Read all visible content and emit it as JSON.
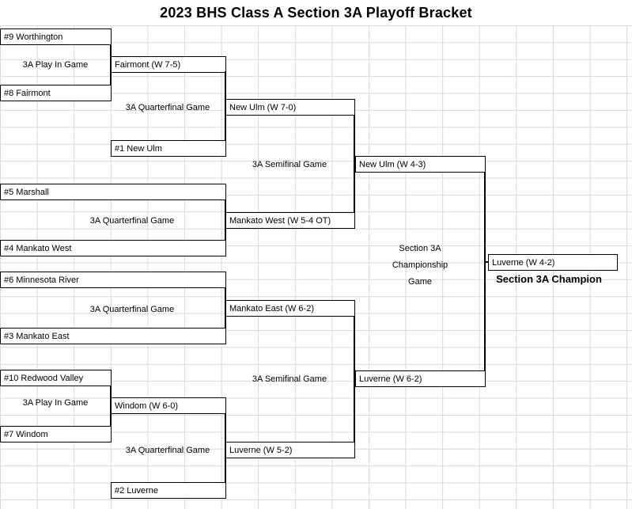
{
  "title": "2023 BHS Class A Section 3A Playoff Bracket",
  "colors": {
    "line": "#000000",
    "grid": "#d9d9d9",
    "background": "#ffffff",
    "text": "#000000"
  },
  "labels": {
    "play_in": "3A Play In Game",
    "quarterfinal": "3A Quarterfinal Game",
    "semifinal": "3A Semifinal Game",
    "championship_line1": "Section 3A",
    "championship_line2": "Championship",
    "championship_line3": "Game",
    "champion": "Section 3A Champion"
  },
  "teams": {
    "seed9": "#9 Worthington",
    "seed8": "#8 Fairmont",
    "seed1": "#1 New Ulm",
    "seed5": "#5 Marshall",
    "seed4": "#4 Mankato West",
    "seed6": "#6 Minnesota River",
    "seed3": "#3 Mankato East",
    "seed10": "#10 Redwood Valley",
    "seed7": "#7 Windom",
    "seed2": "#2 Luverne"
  },
  "results": {
    "play_in_top": "Fairmont (W 7-5)",
    "quarterfinal_1": "New Ulm (W 7-0)",
    "semifinal_1": "New Ulm (W 4-3)",
    "quarterfinal_2": "Mankato West (W 5-4 OT)",
    "championship": "Luverne (W 4-2)",
    "quarterfinal_3": "Mankato East (W 6-2)",
    "semifinal_2": "Luverne (W 6-2)",
    "play_in_bottom": "Windom (W 6-0)",
    "quarterfinal_4": "Luverne (W 5-2)"
  }
}
